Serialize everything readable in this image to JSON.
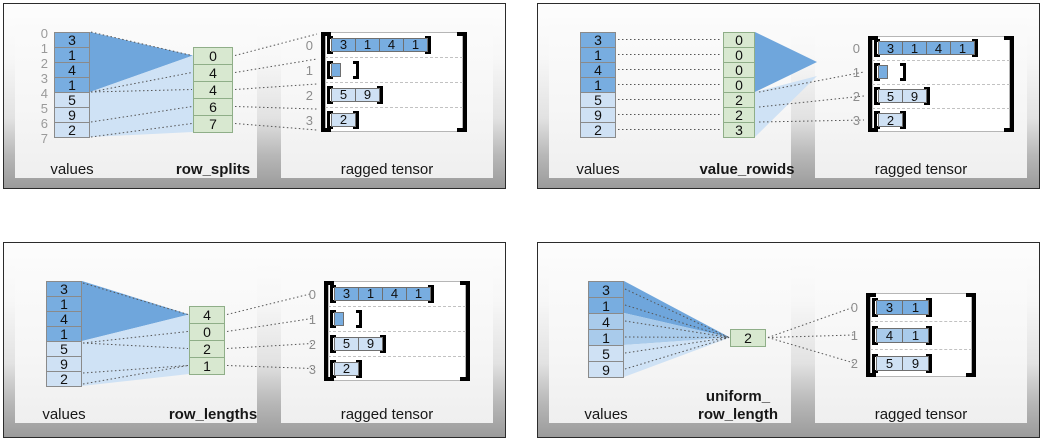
{
  "colors": {
    "value_dark": "#78ade0",
    "value_mid": "#a9cbeb",
    "value_light": "#cfe1f4",
    "green": "#d8e8d0",
    "green_border": "#8fae88",
    "fan_dark": "#6fa6dc",
    "fan_light": "#cfe2f5",
    "panel_border": "#2b2b2b",
    "index_text": "#9a9a9a",
    "bracket": "#000000",
    "row_divider": "#c2c2c2"
  },
  "panels": [
    {
      "id": "row-splits",
      "encoding_label": "row_splits",
      "values_label": "values",
      "tensor_label": "ragged tensor",
      "values": [
        "3",
        "1",
        "4",
        "1",
        "5",
        "9",
        "2"
      ],
      "value_shades": [
        "dark",
        "dark",
        "dark",
        "dark",
        "light",
        "light",
        "light"
      ],
      "index_labels": [
        "0",
        "1",
        "2",
        "3",
        "4",
        "5",
        "6",
        "7"
      ],
      "show_index_labels": true,
      "encoding_values": [
        "0",
        "4",
        "4",
        "6",
        "7"
      ],
      "tensor_row_labels": [
        "0",
        "1",
        "2",
        "3"
      ],
      "tensor_rows": [
        {
          "cells": [
            "3",
            "1",
            "4",
            "1"
          ],
          "shade": "dark"
        },
        {
          "cells": [],
          "shade": "dark"
        },
        {
          "cells": [
            "5",
            "9"
          ],
          "shade": "light"
        },
        {
          "cells": [
            "2"
          ],
          "shade": "light"
        }
      ]
    },
    {
      "id": "value-rowids",
      "encoding_label": "value_rowids",
      "values_label": "values",
      "tensor_label": "ragged tensor",
      "values": [
        "3",
        "1",
        "4",
        "1",
        "5",
        "9",
        "2"
      ],
      "value_shades": [
        "dark",
        "dark",
        "dark",
        "dark",
        "light",
        "light",
        "light"
      ],
      "index_labels": [],
      "show_index_labels": false,
      "encoding_values": [
        "0",
        "0",
        "0",
        "0",
        "2",
        "2",
        "3"
      ],
      "tensor_row_labels": [
        "0",
        "1",
        "2",
        "3"
      ],
      "tensor_rows": [
        {
          "cells": [
            "3",
            "1",
            "4",
            "1"
          ],
          "shade": "dark"
        },
        {
          "cells": [],
          "shade": "dark"
        },
        {
          "cells": [
            "5",
            "9"
          ],
          "shade": "light"
        },
        {
          "cells": [
            "2"
          ],
          "shade": "light"
        }
      ]
    },
    {
      "id": "row-lengths",
      "encoding_label": "row_lengths",
      "values_label": "values",
      "tensor_label": "ragged tensor",
      "values": [
        "3",
        "1",
        "4",
        "1",
        "5",
        "9",
        "2"
      ],
      "value_shades": [
        "dark",
        "dark",
        "dark",
        "dark",
        "light",
        "light",
        "light"
      ],
      "index_labels": [],
      "show_index_labels": false,
      "encoding_values": [
        "4",
        "0",
        "2",
        "1"
      ],
      "tensor_row_labels": [
        "0",
        "1",
        "2",
        "3"
      ],
      "tensor_rows": [
        {
          "cells": [
            "3",
            "1",
            "4",
            "1"
          ],
          "shade": "dark"
        },
        {
          "cells": [],
          "shade": "dark"
        },
        {
          "cells": [
            "5",
            "9"
          ],
          "shade": "light"
        },
        {
          "cells": [
            "2"
          ],
          "shade": "light"
        }
      ]
    },
    {
      "id": "uniform-row-length",
      "encoding_label_line1": "uniform_",
      "encoding_label_line2": "row_length",
      "values_label": "values",
      "tensor_label": "ragged tensor",
      "values": [
        "3",
        "1",
        "4",
        "1",
        "5",
        "9"
      ],
      "value_shades": [
        "dark",
        "dark",
        "mid",
        "mid",
        "light",
        "light"
      ],
      "index_labels": [],
      "show_index_labels": false,
      "encoding_values": [
        "2"
      ],
      "tensor_row_labels": [
        "0",
        "1",
        "2"
      ],
      "tensor_rows": [
        {
          "cells": [
            "3",
            "1"
          ],
          "shade": "dark"
        },
        {
          "cells": [
            "4",
            "1"
          ],
          "shade": "mid"
        },
        {
          "cells": [
            "5",
            "9"
          ],
          "shade": "light"
        }
      ]
    }
  ]
}
